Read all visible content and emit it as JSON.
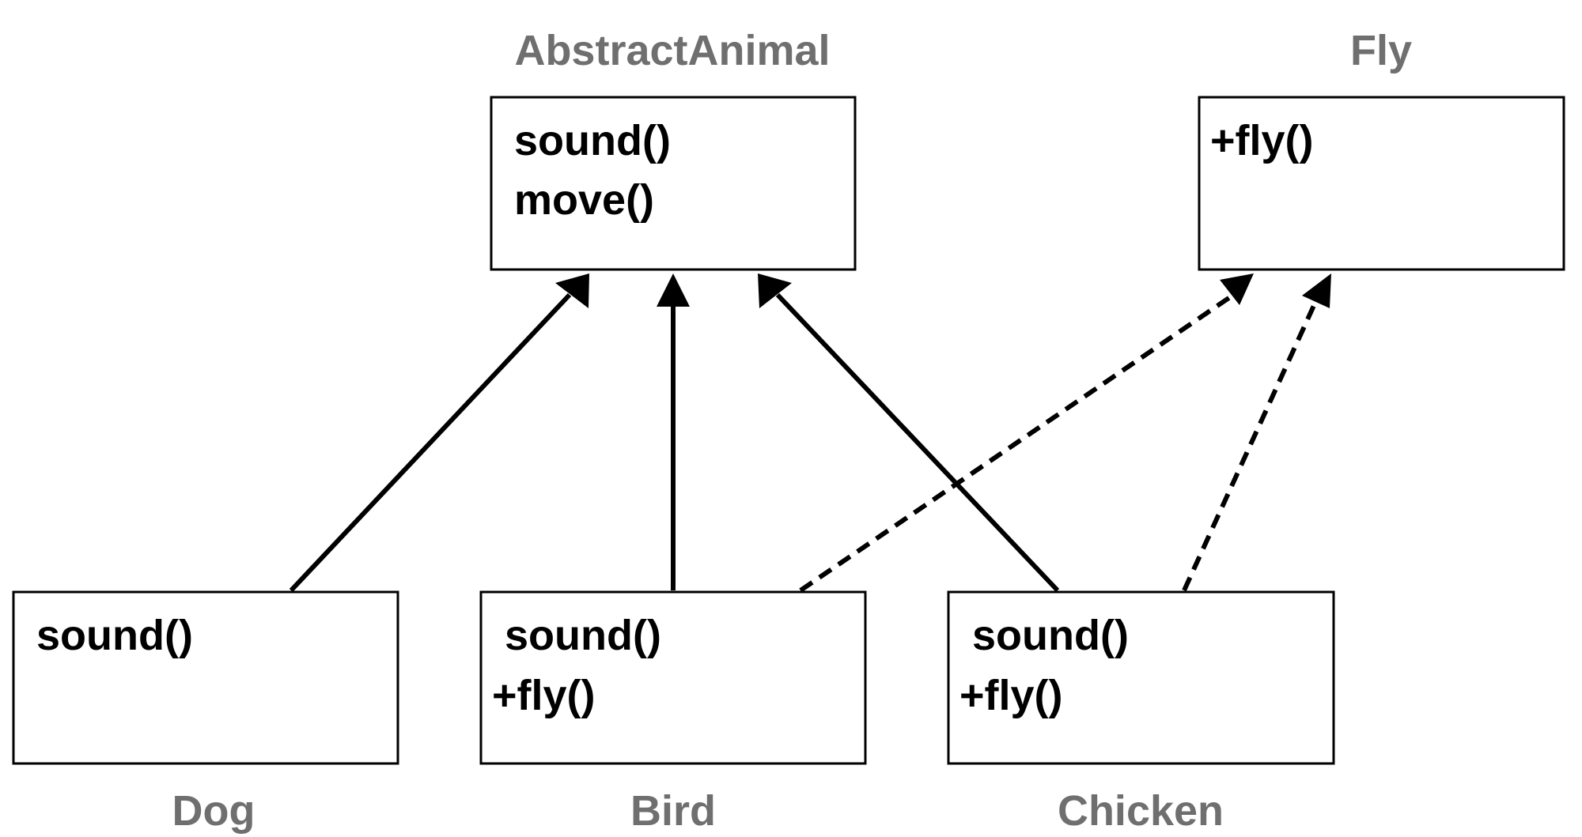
{
  "classes": {
    "abstract_animal": {
      "name": "AbstractAnimal",
      "methods": [
        "sound()",
        "move()"
      ]
    },
    "fly": {
      "name": "Fly",
      "methods": [
        "+fly()"
      ]
    },
    "dog": {
      "name": "Dog",
      "methods": [
        "sound()"
      ]
    },
    "bird": {
      "name": "Bird",
      "methods": [
        "sound()",
        "+fly()"
      ]
    },
    "chicken": {
      "name": "Chicken",
      "methods": [
        "sound()",
        "+fly()"
      ]
    }
  },
  "relations": [
    {
      "from": "Dog",
      "to": "AbstractAnimal",
      "kind": "inheritance",
      "line": "solid"
    },
    {
      "from": "Bird",
      "to": "AbstractAnimal",
      "kind": "inheritance",
      "line": "solid"
    },
    {
      "from": "Chicken",
      "to": "AbstractAnimal",
      "kind": "inheritance",
      "line": "solid"
    },
    {
      "from": "Bird",
      "to": "Fly",
      "kind": "realization",
      "line": "dashed"
    },
    {
      "from": "Chicken",
      "to": "Fly",
      "kind": "realization",
      "line": "dashed"
    }
  ],
  "colors": {
    "class_name": "#6f6f6f",
    "method_text": "#000000",
    "lines": "#000000",
    "background": "#ffffff"
  }
}
